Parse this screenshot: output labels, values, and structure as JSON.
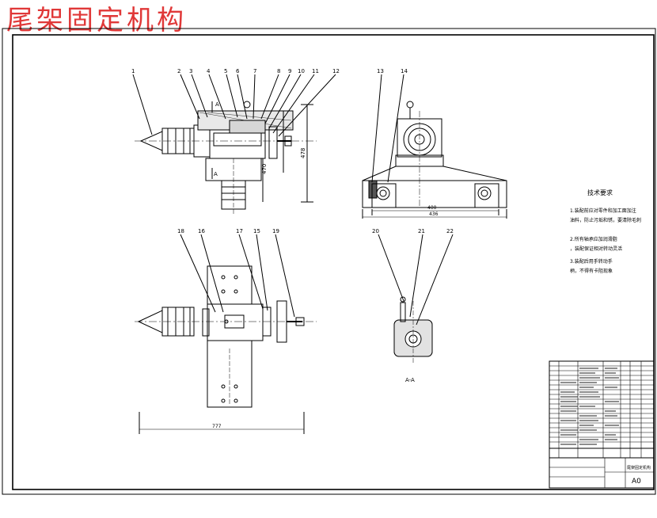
{
  "title": "尾架固定机构",
  "part_numbers": {
    "top_view": [
      "1",
      "2",
      "3",
      "4",
      "5",
      "6",
      "7",
      "8",
      "9",
      "10",
      "11",
      "12"
    ],
    "right_view": [
      "13",
      "14"
    ],
    "bottom_view": [
      "18",
      "16",
      "17",
      "15",
      "19"
    ],
    "section_view": [
      "20",
      "21",
      "22"
    ]
  },
  "section_markers": {
    "a1": "A",
    "a2": "A",
    "section_label": "A-A"
  },
  "dimensions": {
    "top_height": "478",
    "top_width": "470",
    "side_width_inner": "400",
    "side_width_outer": "436",
    "bottom_width": "777"
  },
  "tech_requirements": {
    "heading": "技术要求",
    "items": [
      "1.装配前应对零件和加工面加注油料，防止污垢和锈，要清除毛刺",
      "2.所有轴承应加润滑脂，装配保证相对转动灵活",
      "3.装配后用手转动手柄，不得有卡阻现象"
    ]
  },
  "title_block": {
    "sheet_size": "A0",
    "drawing_name": "尾架固定机构"
  }
}
